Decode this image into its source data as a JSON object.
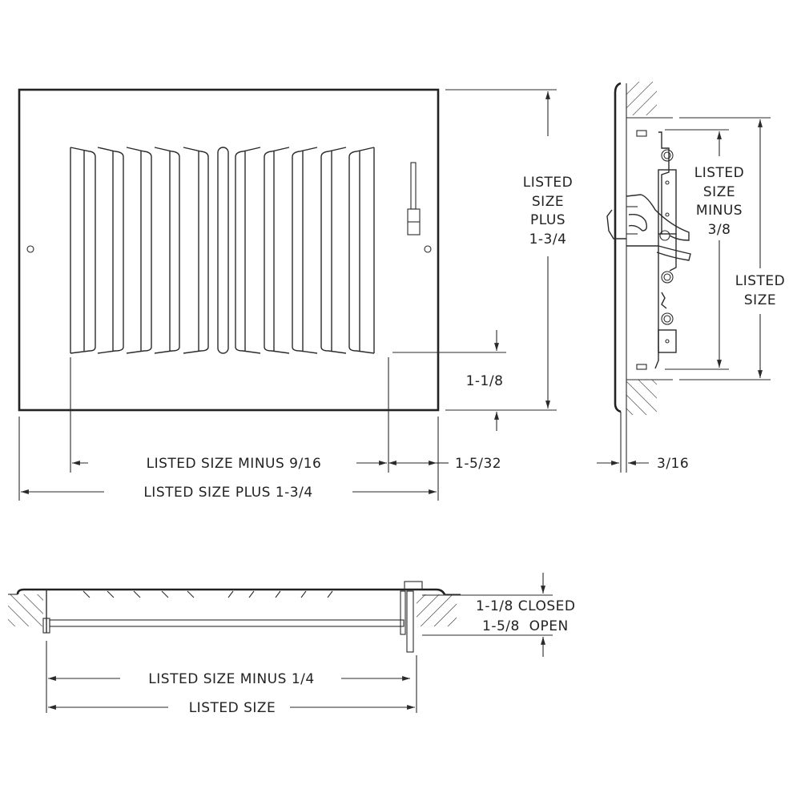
{
  "front_view": {
    "height_label": [
      "LISTED",
      "SIZE",
      "PLUS",
      "1-3/4"
    ],
    "bottom_margin_label": "1-1/8",
    "inner_width_label": "LISTED SIZE MINUS 9/16",
    "side_margin_label": "1-5/32",
    "overall_width_label": "LISTED SIZE PLUS 1-3/4",
    "blade_count_left": 5,
    "blade_count_right": 5
  },
  "side_view": {
    "inner_height_label": [
      "LISTED",
      "SIZE",
      "MINUS",
      "3/8"
    ],
    "opening_height_label": [
      "LISTED",
      "SIZE"
    ],
    "flange_thickness_label": "3/16"
  },
  "bottom_view": {
    "depth_closed_label": "1-1/8 CLOSED",
    "depth_open_label": "1-5/8  OPEN",
    "inner_width_label": "LISTED SIZE MINUS 1/4",
    "overall_width_label": "LISTED SIZE"
  },
  "colors": {
    "line": "#2a2a2a",
    "background": "#ffffff"
  }
}
